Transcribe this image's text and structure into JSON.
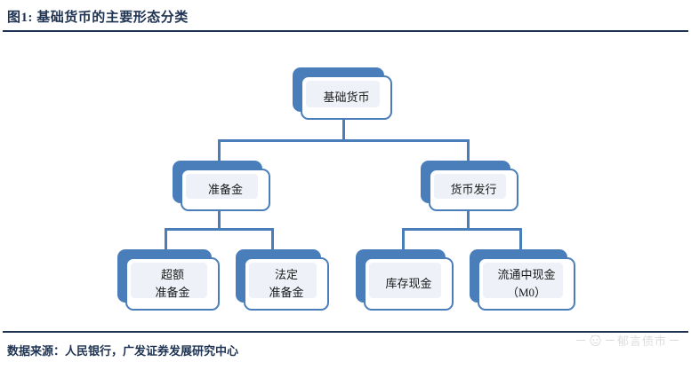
{
  "figure": {
    "title": "图1: 基础货币的主要形态分类",
    "source_label": "数据来源：人民银行，广发证券发展研究中心"
  },
  "watermark": {
    "text": "郁言债市",
    "logo_icon": "mascot-circle-icon"
  },
  "colors": {
    "title_navy": "#1f3352",
    "node_blue": "#4a7ebb",
    "node_fill": "#eef2f8",
    "node_face": "#ffffff",
    "connector": "#4a7ebb",
    "canvas": "#ffffff"
  },
  "chart_data": {
    "type": "diagram",
    "diagram_kind": "org-tree",
    "title": "图1: 基础货币的主要形态分类",
    "levels": 3,
    "nodes": [
      {
        "id": "root",
        "label_lines": [
          "基础货币"
        ],
        "level": 0,
        "parent": null
      },
      {
        "id": "reserves",
        "label_lines": [
          "准备金"
        ],
        "level": 1,
        "parent": "root"
      },
      {
        "id": "issuance",
        "label_lines": [
          "货币发行"
        ],
        "level": 1,
        "parent": "root"
      },
      {
        "id": "excess",
        "label_lines": [
          "超额",
          "准备金"
        ],
        "level": 2,
        "parent": "reserves"
      },
      {
        "id": "required",
        "label_lines": [
          "法定",
          "准备金"
        ],
        "level": 2,
        "parent": "reserves"
      },
      {
        "id": "vault",
        "label_lines": [
          "库存现金"
        ],
        "level": 2,
        "parent": "issuance"
      },
      {
        "id": "circulation",
        "label_lines": [
          "流通中现金",
          "（M0）"
        ],
        "level": 2,
        "parent": "issuance"
      }
    ],
    "edges": [
      {
        "from": "root",
        "to": "reserves"
      },
      {
        "from": "root",
        "to": "issuance"
      },
      {
        "from": "reserves",
        "to": "excess"
      },
      {
        "from": "reserves",
        "to": "required"
      },
      {
        "from": "issuance",
        "to": "vault"
      },
      {
        "from": "issuance",
        "to": "circulation"
      }
    ]
  }
}
